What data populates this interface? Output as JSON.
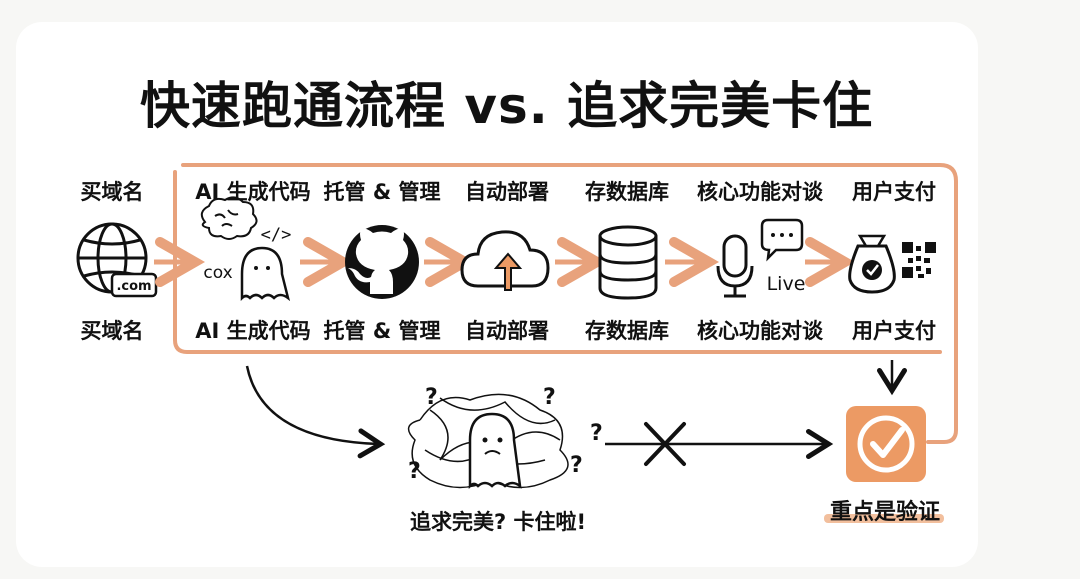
{
  "title": "快速跑通流程 vs. 追求完美卡住",
  "steps": [
    {
      "label": "买域名",
      "icon": "globe-icon",
      "badge": ".com"
    },
    {
      "label": "AI 生成代码",
      "icon": "brain-code-ghost-icon",
      "side_text": "cox",
      "code_tag": "</>"
    },
    {
      "label": "托管 & 管理",
      "icon": "github-icon"
    },
    {
      "label": "自动部署",
      "icon": "cloud-upload-icon"
    },
    {
      "label": "存数据库",
      "icon": "database-icon"
    },
    {
      "label": "核心功能对谈",
      "icon": "microphone-chat-icon",
      "live_text": "Live"
    },
    {
      "label": "用户支付",
      "icon": "money-bag-qr-icon"
    }
  ],
  "stuck_caption": "追求完美? 卡住啦!",
  "verify_caption": "重点是验证",
  "colors": {
    "accent": "#e8a27c",
    "accent_fill": "#ec9a64",
    "ink": "#111111"
  }
}
